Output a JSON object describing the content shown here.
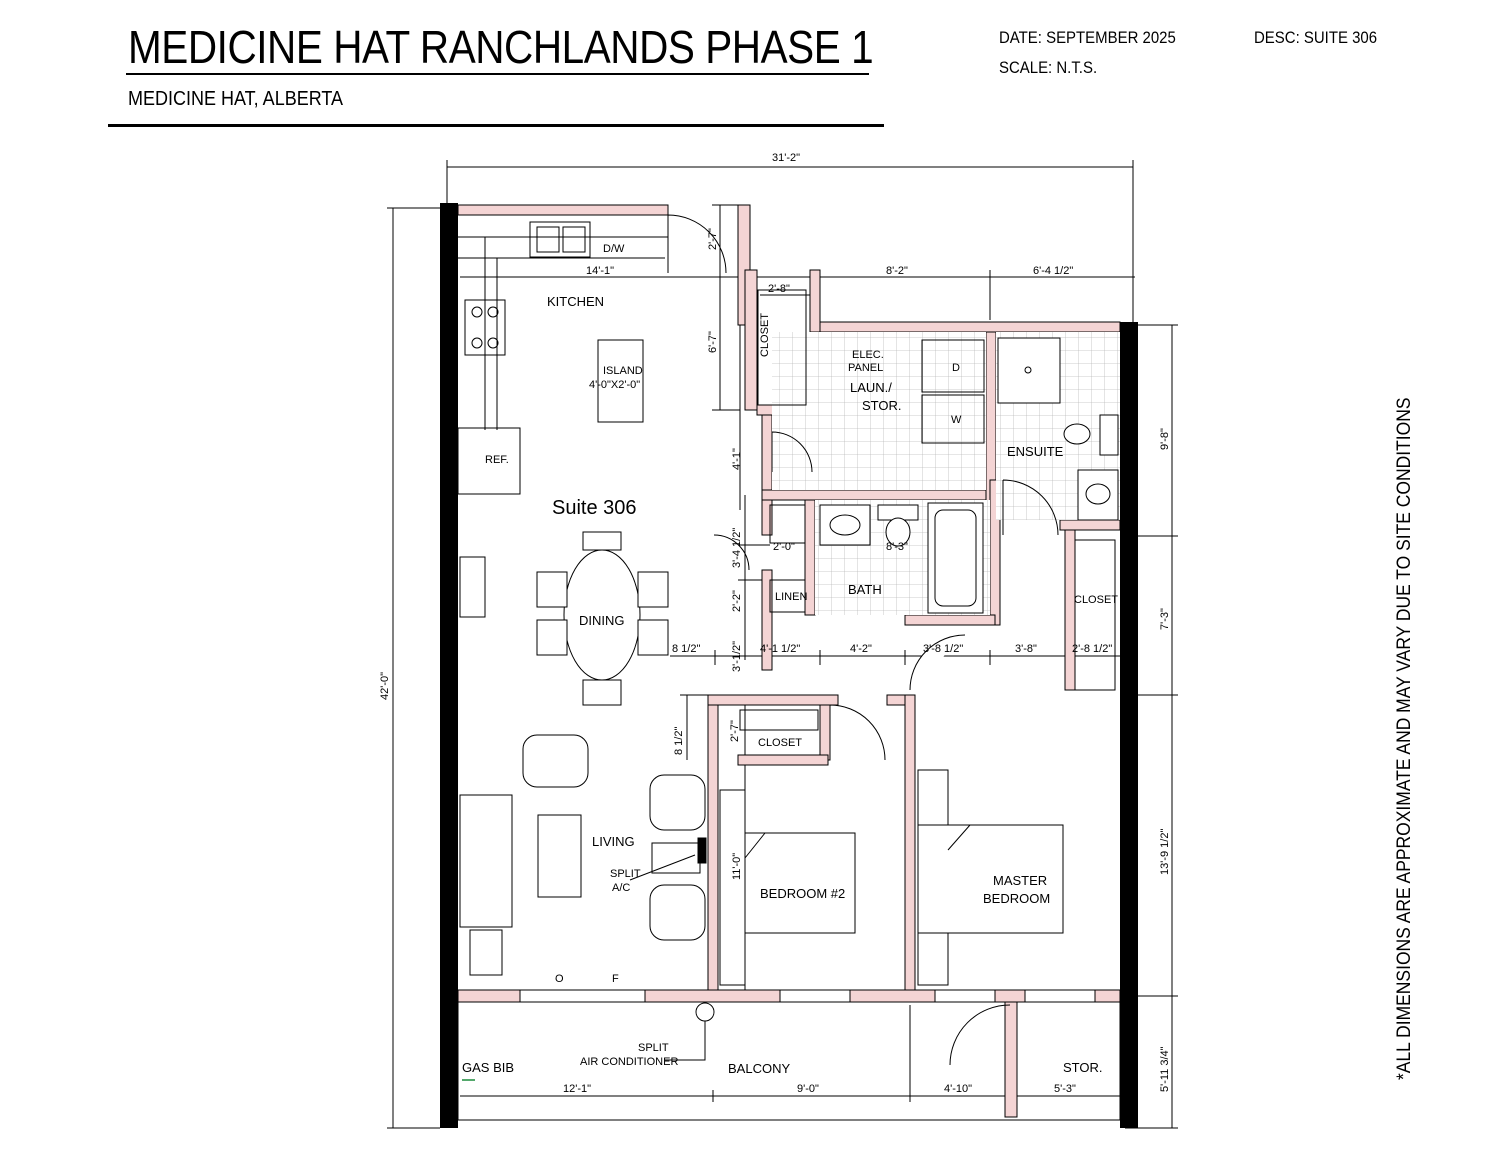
{
  "header": {
    "title": "MEDICINE HAT RANCHLANDS PHASE 1",
    "location": "MEDICINE HAT, ALBERTA",
    "date": "DATE: SEPTEMBER 2025",
    "scale": "SCALE: N.T.S.",
    "description": "DESC: SUITE 306"
  },
  "disclaimer": "*ALL DIMENSIONS ARE APPROXIMATE AND MAY VARY DUE TO SITE CONDITIONS",
  "plan": {
    "suite_label": "Suite 306",
    "rooms": {
      "kitchen": "KITCHEN",
      "dining": "DINING",
      "living": "LIVING",
      "bedroom2": "BEDROOM #2",
      "master_line1": "MASTER",
      "master_line2": "BEDROOM",
      "ensuite": "ENSUITE",
      "bath": "BATH",
      "laundry_line1": "LAUN./",
      "laundry_line2": "STOR.",
      "balcony": "BALCONY",
      "storage": "STOR."
    },
    "fixtures": {
      "dishwasher": "D/W",
      "island_line1": "ISLAND",
      "island_line2": "4'-0\"X2'-0\"",
      "fridge": "REF.",
      "closet": "CLOSET",
      "linen": "LINEN",
      "elec_line1": "ELEC.",
      "elec_line2": "PANEL",
      "dryer": "D",
      "washer": "W",
      "split_line1": "SPLIT",
      "split_line2": "A/C",
      "split_ac_line1": "SPLIT",
      "split_ac_line2": "AIR CONDITIONER",
      "gas_bib": "GAS BIB",
      "fireplace_o": "O",
      "fireplace_f": "F"
    },
    "dimensions": {
      "overall_width": "31'-2\"",
      "overall_depth": "42'-0\"",
      "kitchen_width": "14'-1\"",
      "d_2_7_top": "2'-7\"",
      "d_2_8": "2'-8\"",
      "d_6_7": "6'-7\"",
      "d_8_2": "8'-2\"",
      "d_6_4_half": "6'-4 1/2\"",
      "d_9_8": "9'-8\"",
      "d_4_1": "4'-1\"",
      "d_3_4_half": "3'-4 1/2\"",
      "d_2_0": "2'-0\"",
      "d_8_3": "8'-3\"",
      "d_2_2": "2'-2\"",
      "d_7_3": "7'-3\"",
      "d_8_half": "8 1/2\"",
      "d_3_half": "3'-1/2\"",
      "d_4_1_half": "4'-1 1/2\"",
      "d_4_2": "4'-2\"",
      "d_3_8_half": "3'-8 1/2\"",
      "d_3_8": "3'-8\"",
      "d_2_8_half": "2'-8 1/2\"",
      "d_8_half_v": "8 1/2\"",
      "d_2_7_closet": "2'-7\"",
      "d_11_0": "11'-0\"",
      "d_13_9_half": "13'-9 1/2\"",
      "d_5_11_3q": "5'-11 3/4\"",
      "d_12_1": "12'-1\"",
      "d_9_0": "9'-0\"",
      "d_4_10": "4'-10\"",
      "d_5_3": "5'-3\""
    }
  }
}
